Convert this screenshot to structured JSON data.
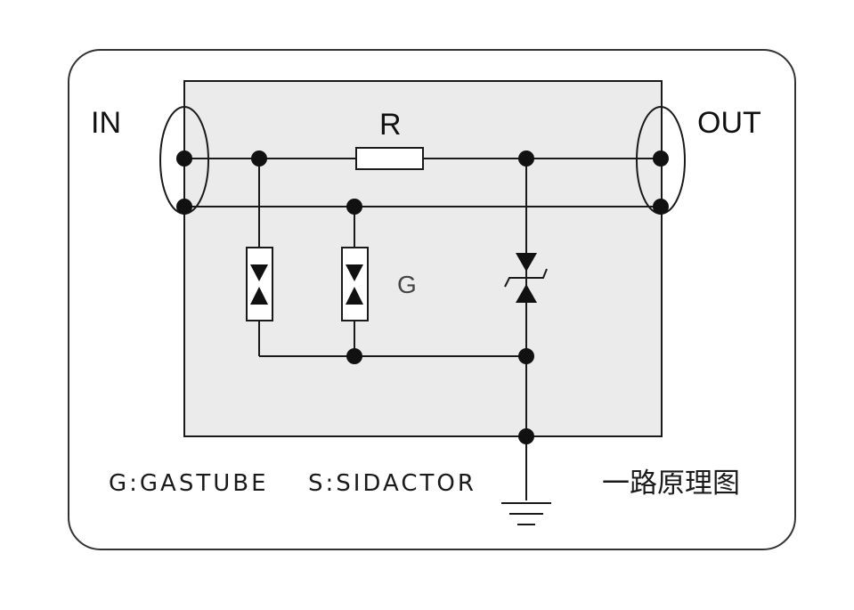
{
  "labels": {
    "in": "IN",
    "out": "OUT",
    "resistor": "R",
    "gas_tube_marker": "G"
  },
  "legend": {
    "gas_tube": "G:GASTUBE",
    "sidactor": "S:SIDACTOR"
  },
  "caption": "一路原理图",
  "colors": {
    "line": "#1a1a1a",
    "board": "#ebebeb",
    "frame": "#333333",
    "background": "#ffffff"
  }
}
